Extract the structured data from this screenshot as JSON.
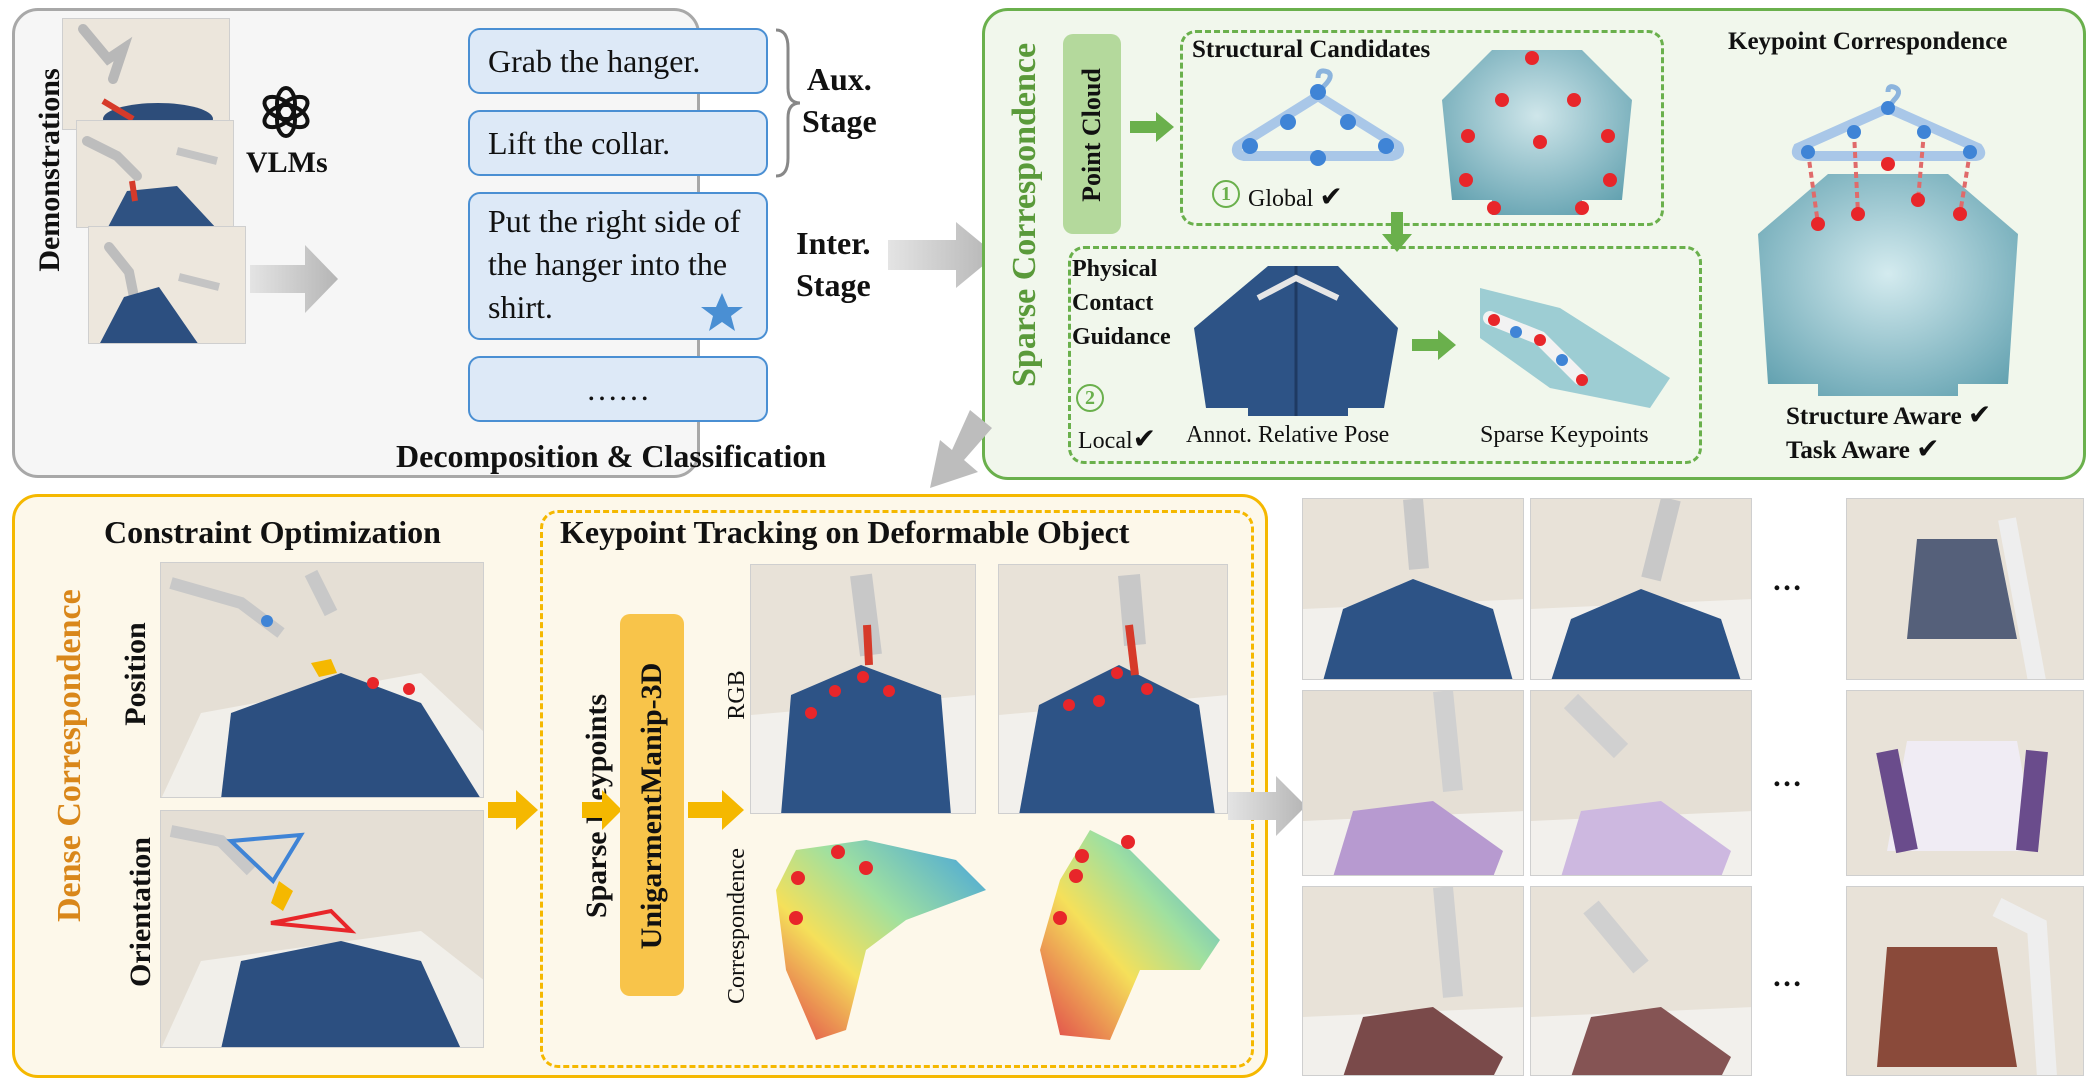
{
  "demonstrations_label": "Demonstrations",
  "vlms_label": "VLMs",
  "icon_openai": "openai-logo-icon",
  "tasks": [
    "Grab the hanger.",
    "Lift the collar.",
    "Put the right side of the hanger into the shirt.",
    "……"
  ],
  "aux_stage": {
    "line1": "Aux.",
    "line2": "Stage"
  },
  "inter_stage": {
    "line1": "Inter.",
    "line2": "Stage"
  },
  "decomp_label": "Decomposition & Classification",
  "sparse": {
    "title": "Sparse Correspondence",
    "point_cloud": "Point Cloud",
    "structural_candidates": "Structural Candidates",
    "global_num": "1",
    "global_label": "Global",
    "physical_contact_l1": "Physical",
    "physical_contact_l2": "Contact",
    "physical_contact_l3": "Guidance",
    "local_num": "2",
    "local_label": "Local",
    "annot_label": "Annot. Relative Pose",
    "sparse_keypoints_label": "Sparse Keypoints",
    "keypoint_correspondence": "Keypoint Correspondence",
    "structure_aware": "Structure Aware",
    "task_aware": "Task Aware"
  },
  "dense": {
    "title": "Dense Correspondence",
    "constraint_opt": "Constraint Optimization",
    "position": "Position",
    "orientation": "Orientation",
    "tracking_title": "Keypoint Tracking on Deformable Object",
    "sparse_keypoints": "Sparse Keypoints",
    "model": "UnigarmentManip-3D",
    "rgb": "RGB",
    "correspondence": "Correspondence"
  },
  "ellipsis": "…",
  "colors": {
    "grey_border": "#a8a8a8",
    "green_border": "#6ab04c",
    "green_fill": "#f1f7ec",
    "yellow_border": "#f5b800",
    "yellow_fill": "#fdf8ea",
    "sparse_title": "#5a9a3a",
    "dense_title": "#d9871a",
    "task_blue": "#dde9f7",
    "task_border": "#4a8fd3",
    "keypoint_red": "#e8262a",
    "keypoint_blue": "#3f84d6"
  }
}
